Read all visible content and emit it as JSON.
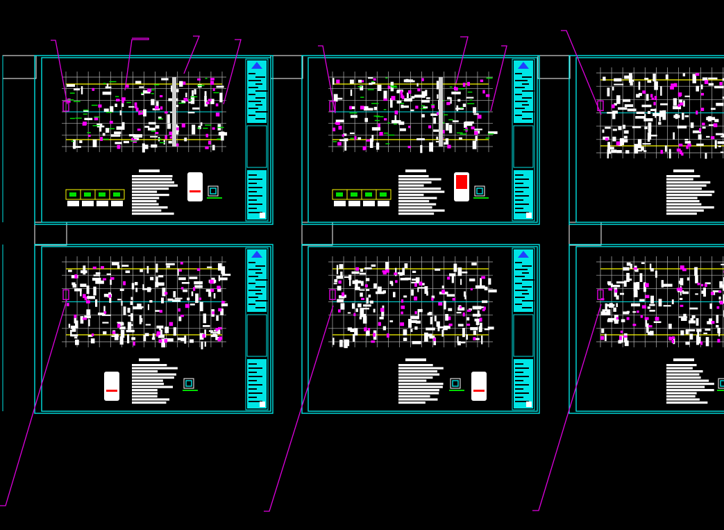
{
  "app": {
    "type": "cad-model-space-viewport"
  },
  "colors": {
    "background": "#000000",
    "frame": "#00e5e5",
    "leader": "#e000e0",
    "grid": "#b8b8b8",
    "wall": "#ffffff",
    "column": "#ff00ff",
    "dimension": "#ffff00",
    "detail": "#00dd00",
    "annotation_red": "#ff0000",
    "title_block": "#00e5e5",
    "north_marker": "#2040ff"
  },
  "sheets": [
    {
      "id": "sheet-top-1",
      "detail": "dense",
      "legend_style": "table-boxes",
      "has_stair_panel": true
    },
    {
      "id": "sheet-top-2",
      "detail": "dense",
      "legend_style": "table-boxes",
      "has_stair_panel": true
    },
    {
      "id": "sheet-top-3",
      "detail": "sparse",
      "legend_style": "none",
      "has_stair_panel": false
    },
    {
      "id": "sheet-bottom-1",
      "detail": "sparse",
      "legend_style": "none",
      "has_stair_panel": true
    },
    {
      "id": "sheet-bottom-2",
      "detail": "sparse",
      "legend_style": "none",
      "has_stair_panel": true
    },
    {
      "id": "sheet-bottom-3",
      "detail": "sparse",
      "legend_style": "none",
      "has_stair_panel": false
    }
  ],
  "leaders": [
    {
      "id": "leader-1"
    },
    {
      "id": "leader-2"
    },
    {
      "id": "leader-3"
    },
    {
      "id": "leader-4"
    },
    {
      "id": "leader-5"
    },
    {
      "id": "leader-6"
    },
    {
      "id": "leader-7"
    },
    {
      "id": "leader-8"
    },
    {
      "id": "leader-9"
    },
    {
      "id": "leader-10"
    },
    {
      "id": "leader-11"
    }
  ]
}
